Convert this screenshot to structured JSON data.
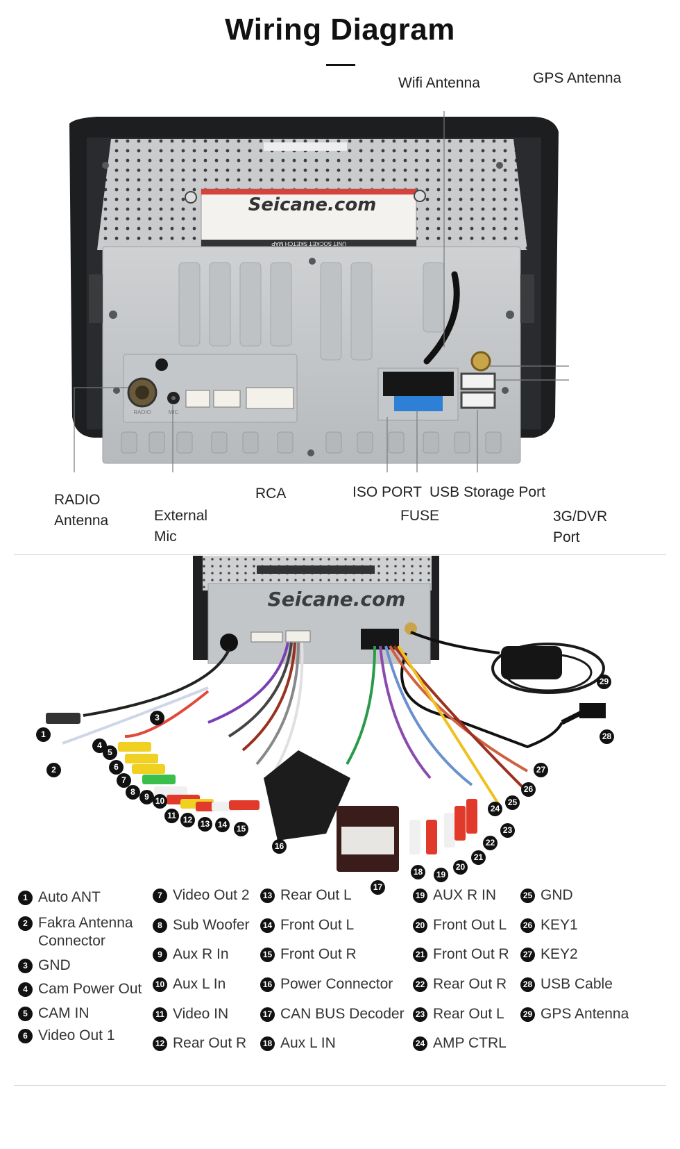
{
  "title": "Wiring Diagram",
  "top_labels": {
    "wifi": "Wifi Antenna",
    "gps": "GPS Antenna",
    "radio": "RADIO\nAntenna",
    "mic": "External\nMic",
    "rca": "RCA",
    "iso": "ISO PORT",
    "usb": "USB Storage Port",
    "fuse": "FUSE",
    "dvr": "3G/DVR\nPort"
  },
  "brand_watermark": "Seicane.com",
  "unit_sticker": "UNIT SOCKET SKETCH MAP",
  "radio_port_label": "RADIO",
  "mic_port_label": "MIC",
  "callout_numbers": [
    "1",
    "2",
    "3",
    "4",
    "5",
    "6",
    "7",
    "8",
    "9",
    "10",
    "11",
    "12",
    "13",
    "14",
    "15",
    "16",
    "17",
    "18",
    "19",
    "20",
    "21",
    "22",
    "23",
    "24",
    "25",
    "26",
    "27",
    "28",
    "29"
  ],
  "legend": [
    {
      "num": "1",
      "text": "Auto ANT"
    },
    {
      "num": "2",
      "text": "Fakra Antenna\nConnector"
    },
    {
      "num": "3",
      "text": "GND"
    },
    {
      "num": "4",
      "text": "Cam Power Out"
    },
    {
      "num": "5",
      "text": "CAM IN"
    },
    {
      "num": "6",
      "text": "Video Out 1"
    },
    {
      "num": "7",
      "text": "Video Out 2"
    },
    {
      "num": "8",
      "text": "Sub Woofer"
    },
    {
      "num": "9",
      "text": "Aux R In"
    },
    {
      "num": "10",
      "text": "Aux L In"
    },
    {
      "num": "11",
      "text": "Video IN"
    },
    {
      "num": "12",
      "text": "Rear Out R"
    },
    {
      "num": "13",
      "text": "Rear Out L"
    },
    {
      "num": "14",
      "text": "Front Out L"
    },
    {
      "num": "15",
      "text": "Front Out R"
    },
    {
      "num": "16",
      "text": "Power Connector"
    },
    {
      "num": "17",
      "text": "CAN BUS Decoder"
    },
    {
      "num": "18",
      "text": "Aux L IN"
    },
    {
      "num": "19",
      "text": "AUX R IN"
    },
    {
      "num": "20",
      "text": "Front Out L"
    },
    {
      "num": "21",
      "text": "Front Out R"
    },
    {
      "num": "22",
      "text": "Rear Out R"
    },
    {
      "num": "23",
      "text": "Rear Out L"
    },
    {
      "num": "24",
      "text": "AMP CTRL"
    },
    {
      "num": "25",
      "text": "GND"
    },
    {
      "num": "26",
      "text": "KEY1"
    },
    {
      "num": "27",
      "text": "KEY2"
    },
    {
      "num": "28",
      "text": "USB Cable"
    },
    {
      "num": "29",
      "text": "GPS Antenna"
    }
  ]
}
